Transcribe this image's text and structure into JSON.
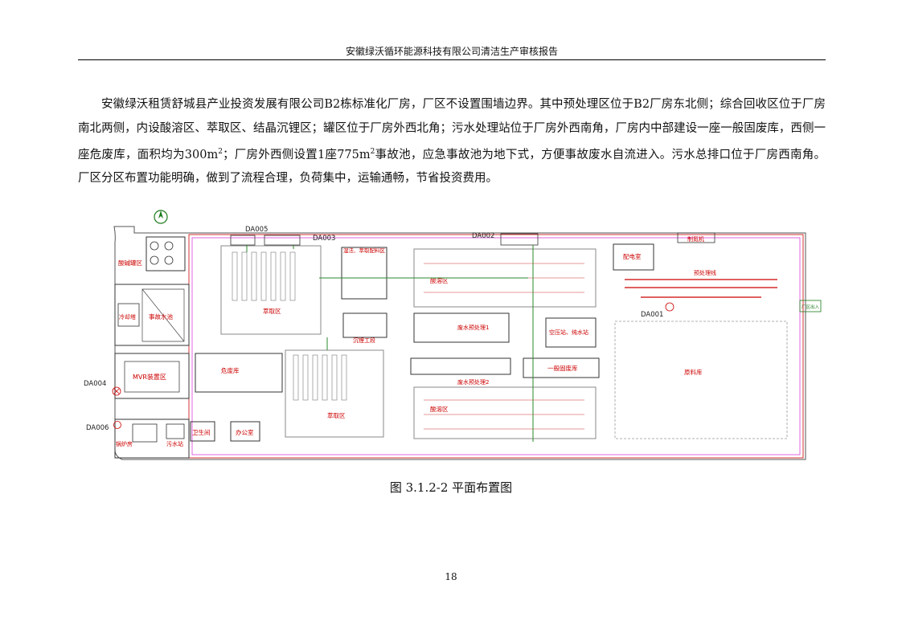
{
  "header": {
    "title": "安徽绿沃循环能源科技有限公司清洁生产审核报告"
  },
  "body_paragraph": [
    "安徽绿沃租赁舒城县产业投资发展有限公司B2栋标准化厂房，厂区不设置围墙边界。其中预处理区位于B2厂房东北侧；综合回收区位于厂房南北两侧，内设酸溶区、萃取区、结晶沉锂区；罐区位于厂房外西北角；污水处理站位于厂房外西南角，厂房内中部建设一座一般固废库，西侧一座危废库，面积均为300m",
    "2",
    "；厂房外西侧设置1座775m",
    "2",
    "事故池，应急事故池为地下式，方便事故废水自流进入。污水总排口位于厂房西南角。厂区分区布置功能明确，做到了流程合理，负荷集中，运输通畅，节省投资费用。"
  ],
  "floor_plan": {
    "labels": {
      "acid_tank": "酸碱罐区",
      "cooling": "冷却塔",
      "accident_pool": "事故水池",
      "mvr": "MVR装置区",
      "hazwaste": "危废库",
      "extraction_n": "萃取区",
      "extraction_s": "萃取区",
      "wet_room": "湿法、萃取配料区",
      "lithium": "沉锂工段",
      "acid_dissolve_n": "酸溶区",
      "acid_dissolve_s": "酸溶区",
      "waste_pre1": "废水预处理1",
      "waste_pre2": "废水预处理2",
      "air_water": "空压站、纯水站",
      "general_waste": "一般固废库",
      "power_room": "配电室",
      "nitrogen": "制氮机",
      "pretreat_line": "预处理线",
      "raw_store": "原料库",
      "toilet": "卫生间",
      "office": "办公室",
      "boiler": "锅炉房",
      "sewage": "污水站",
      "gate": "厂区出入",
      "north": "N",
      "da001": "DA001",
      "da002": "DA002",
      "da003": "DA003",
      "da004": "DA004",
      "da005": "DA005",
      "da006": "DA006"
    }
  },
  "caption": "图 3.1.2-2  平面布置图",
  "page_number": "18"
}
